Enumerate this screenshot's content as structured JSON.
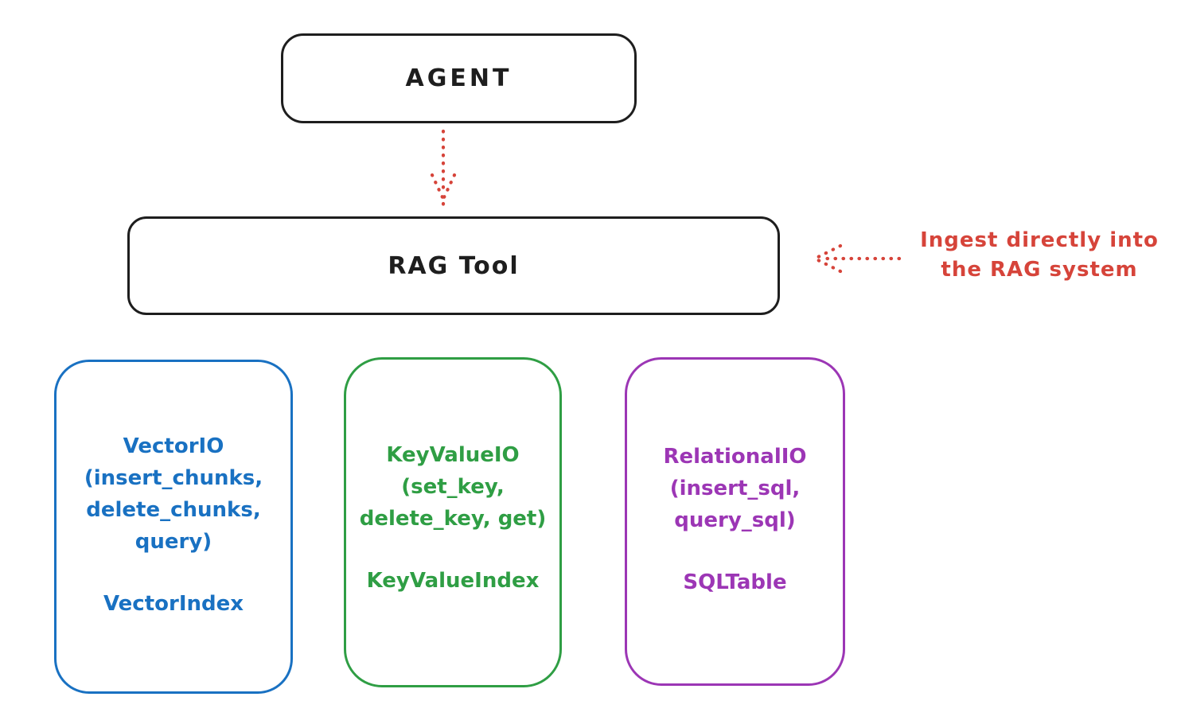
{
  "ink": "#1e1e1e",
  "nodes": {
    "agent": {
      "label": "AGENT"
    },
    "rag_tool": {
      "label": "RAG Tool"
    }
  },
  "annotation": {
    "lines": [
      "Ingest directly into",
      "the RAG system"
    ],
    "color": "#d6443a"
  },
  "arrows": {
    "agent_to_rag": {
      "style": "dotted",
      "direction": "down",
      "color": "#d6443a"
    },
    "ingest_to_rag": {
      "style": "dotted",
      "direction": "left",
      "color": "#d6443a"
    }
  },
  "columns": [
    {
      "id": "vector-io",
      "color": "#1971c2",
      "api_lines": [
        "VectorIO",
        "(insert_chunks,",
        "delete_chunks,",
        "query)"
      ],
      "index_label": "VectorIndex"
    },
    {
      "id": "keyvalue-io",
      "color": "#2f9e44",
      "api_lines": [
        "KeyValueIO",
        "(set_key,",
        "delete_key, get)"
      ],
      "index_label": "KeyValueIndex"
    },
    {
      "id": "relational-io",
      "color": "#9c36b5",
      "api_lines": [
        "RelationalIO",
        "(insert_sql,",
        "query_sql)"
      ],
      "index_label": "SQLTable"
    }
  ]
}
